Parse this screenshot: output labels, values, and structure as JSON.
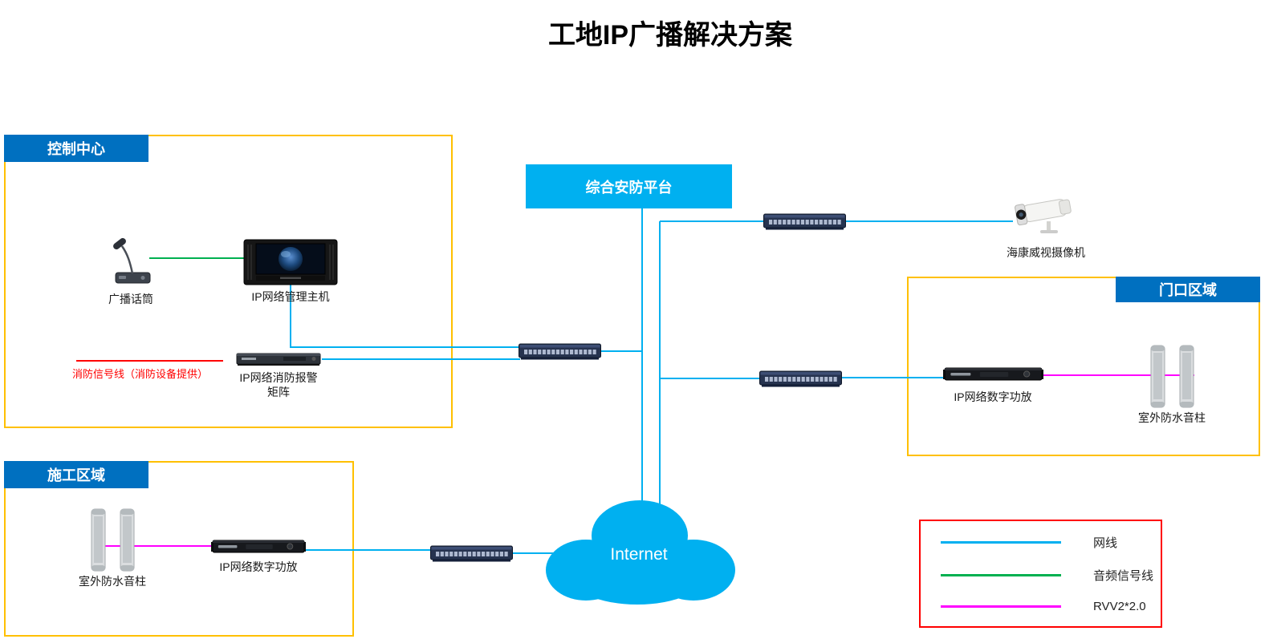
{
  "title": "工地IP广播解决方案",
  "groups": {
    "control_center": {
      "label": "控制中心"
    },
    "construction_area": {
      "label": "施工区域"
    },
    "gate_area": {
      "label": "门口区域"
    }
  },
  "platform": {
    "label": "综合安防平台"
  },
  "internet": {
    "label": "Internet"
  },
  "devices": {
    "microphone": {
      "label": "广播话筒"
    },
    "management_host": {
      "label": "IP网络管理主机"
    },
    "fire_matrix": {
      "label": "IP网络消防报警矩阵"
    },
    "camera": {
      "label": "海康威视摄像机"
    },
    "gate_amplifier": {
      "label": "IP网络数字功放"
    },
    "gate_speakers": {
      "label": "室外防水音柱"
    },
    "site_amplifier": {
      "label": "IP网络数字功放"
    },
    "site_speakers": {
      "label": "室外防水音柱"
    }
  },
  "annotations": {
    "fire_signal_line": "消防信号线（消防设备提供）"
  },
  "legend": {
    "items": [
      {
        "label": "网线",
        "color": "#00b0f0"
      },
      {
        "label": "音频信号线",
        "color": "#00b050"
      },
      {
        "label": "RVV2*2.0",
        "color": "#ff00ff"
      }
    ]
  },
  "colors": {
    "network_line": "#00b0f0",
    "audio_line": "#00b050",
    "rvv_line": "#ff00ff",
    "fire_line": "#ff0000",
    "group_border": "#ffc000",
    "group_header_bg": "#0070c0",
    "platform_bg": "#00b0f0",
    "legend_border": "#ff0000",
    "cloud_fill": "#00b0f0"
  }
}
